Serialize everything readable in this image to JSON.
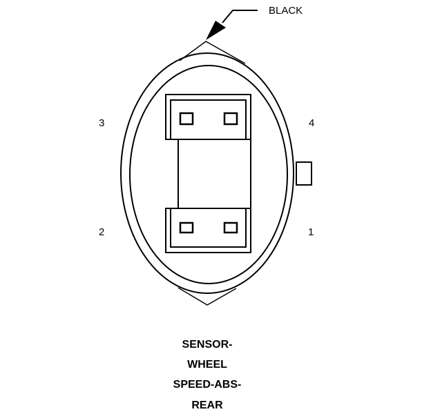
{
  "wire_color_label": "BLACK",
  "pins": {
    "p1": "1",
    "p2": "2",
    "p3": "3",
    "p4": "4"
  },
  "title_lines": [
    "SENSOR-",
    "WHEEL",
    "SPEED-ABS-",
    "REAR"
  ]
}
